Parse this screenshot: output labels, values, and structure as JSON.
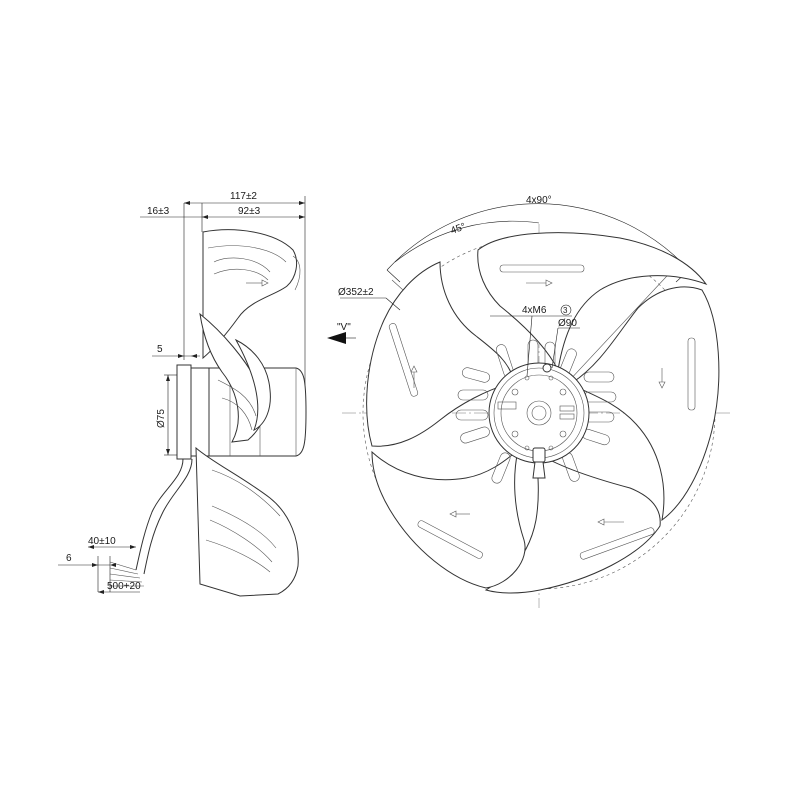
{
  "side_view": {
    "dims": {
      "overall_depth": "117±2",
      "front_offset": "16±3",
      "body_depth": "92±3",
      "flange": "5",
      "hub_dia": "Ø75",
      "lead_strip": "40±10",
      "lead_end": "6",
      "lead_length": "500+20"
    }
  },
  "front_view": {
    "dims": {
      "angle_span": "4x90°",
      "angle": "45°",
      "fan_dia": "Ø352±2",
      "mount_screws": "4xM6",
      "mount_ref": "3",
      "mount_circle": "Ø90",
      "view_label": "\"V\""
    }
  }
}
